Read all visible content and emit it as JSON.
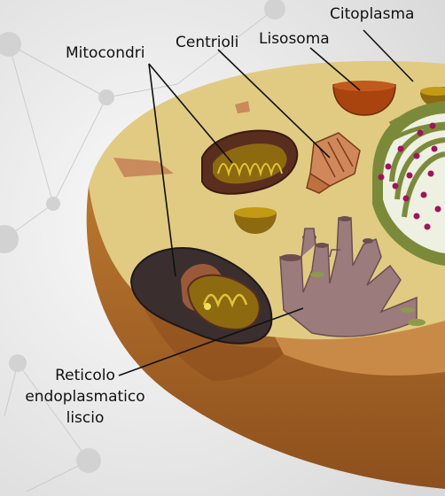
{
  "colors": {
    "background": "#e9e9e9",
    "cytoplasm": "#e1cb83",
    "cell_wall": "#a7662c",
    "cell_wall_dark": "#7a4116",
    "mitochondrion_outer": "#5a2e1f",
    "mitochondrion_inner": "#8d6a10",
    "lysosome": "#a9440f",
    "vesicle": "#c49a12",
    "er": "#9c7b7c",
    "golgi": "#8f8f3a",
    "nucleus_dots": "#a0145a"
  },
  "labels": {
    "citoplasma": "Citoplasma",
    "lisosoma": "Lisosoma",
    "centrioli": "Centrioli",
    "mitocondri": "Mitocondri",
    "reticolo": [
      "Reticolo",
      "endoplasmatico",
      "liscio"
    ]
  }
}
